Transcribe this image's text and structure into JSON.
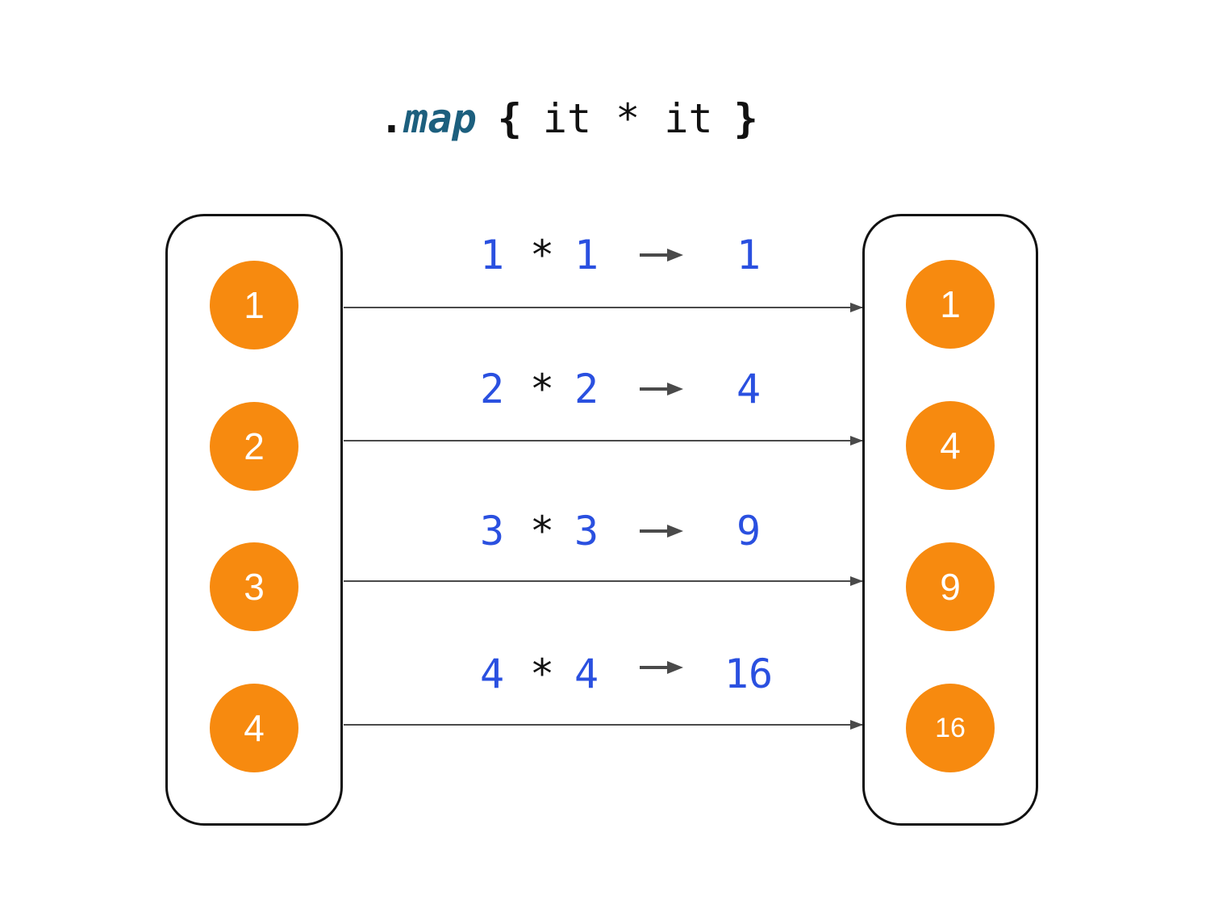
{
  "title": {
    "dot": ".",
    "function_name": "map",
    "open_brace": "{",
    "lambda_body": "it * it",
    "close_brace": "}"
  },
  "input_list": {
    "items": [
      "1",
      "2",
      "3",
      "4"
    ]
  },
  "output_list": {
    "items": [
      "1",
      "4",
      "9",
      "16"
    ]
  },
  "mappings": [
    {
      "operand1": "1",
      "operator": "*",
      "operand2": "1",
      "result": "1"
    },
    {
      "operand1": "2",
      "operator": "*",
      "operand2": "2",
      "result": "4"
    },
    {
      "operand1": "3",
      "operator": "*",
      "operand2": "3",
      "result": "9"
    },
    {
      "operand1": "4",
      "operator": "*",
      "operand2": "4",
      "result": "16"
    }
  ],
  "colors": {
    "circle_fill": "#F78A0F",
    "expression_blue": "#2A50E0",
    "function_teal": "#1C5F7E",
    "arrow_gray": "#4A4A4A",
    "container_border": "#111111",
    "background": "#FFFFFF"
  }
}
